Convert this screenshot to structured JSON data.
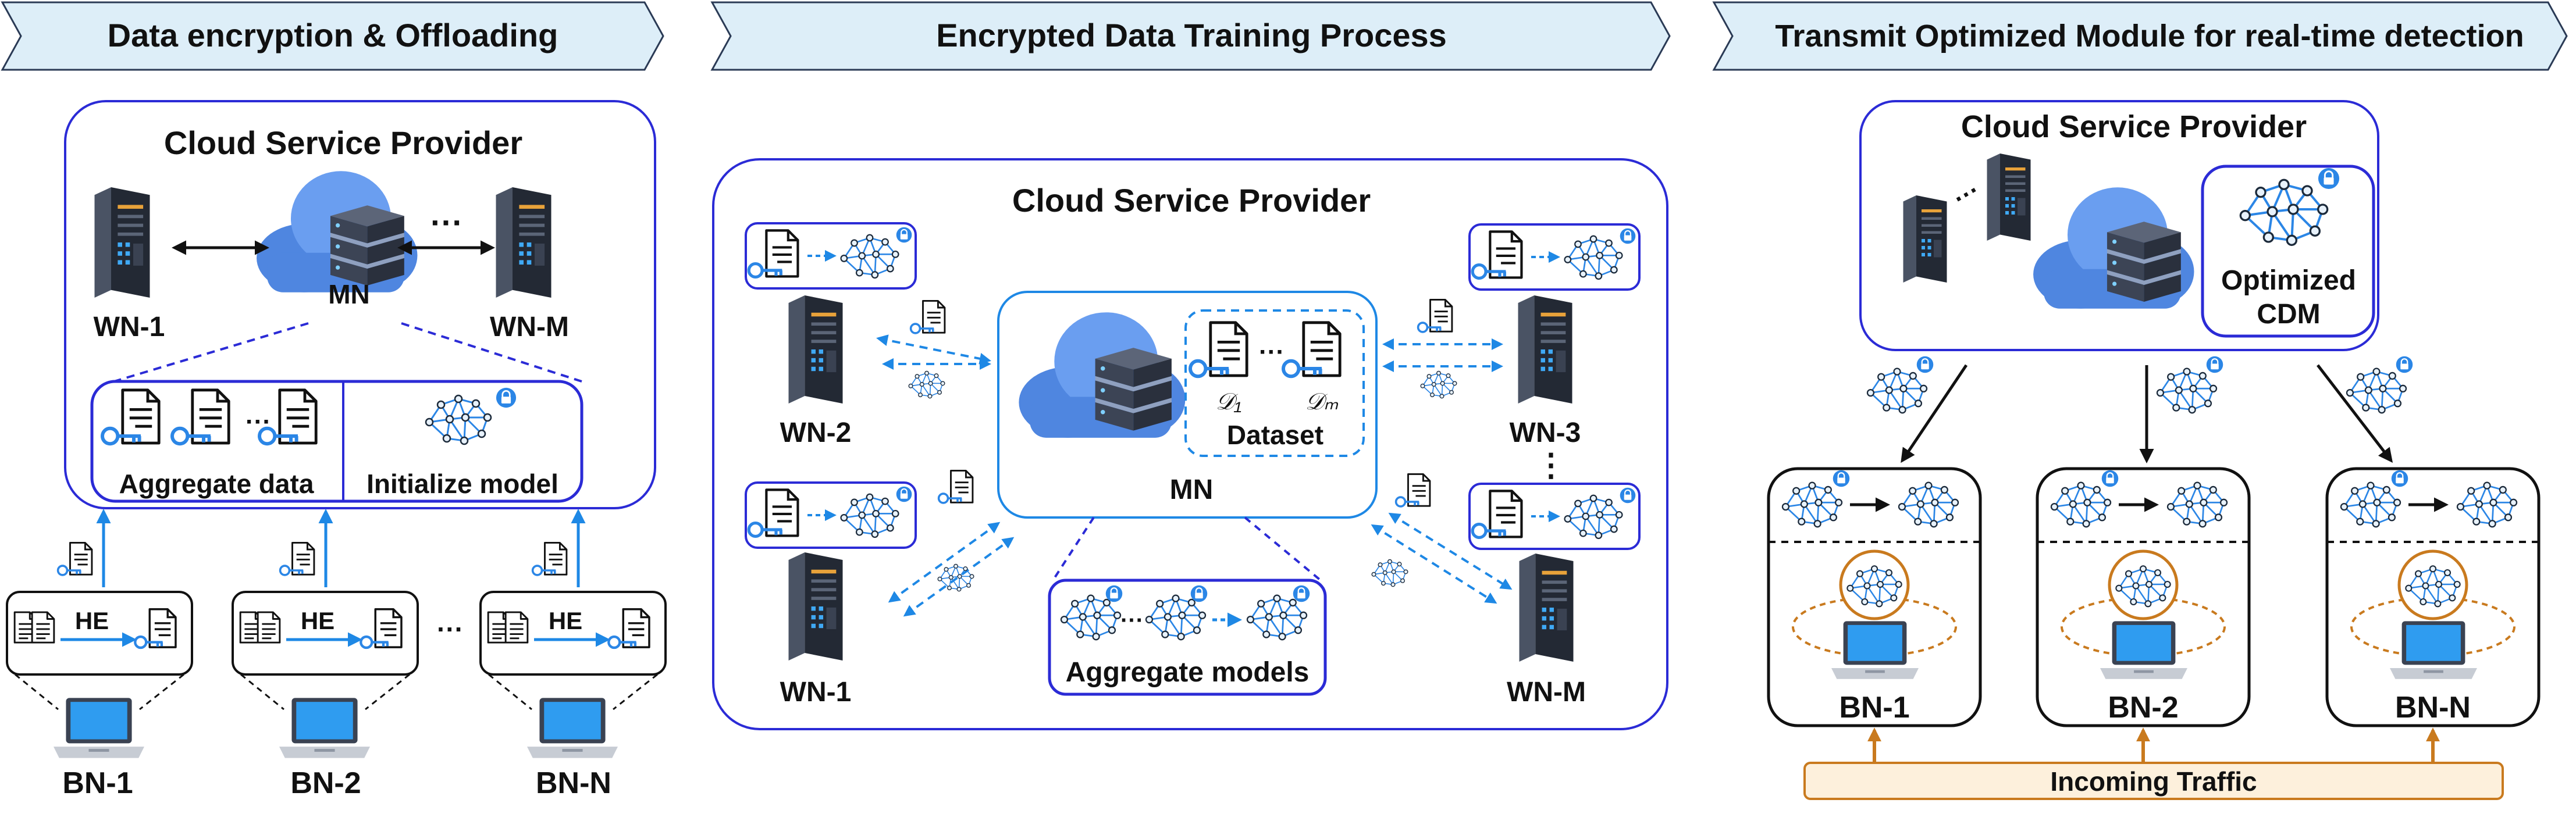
{
  "panels": [
    {
      "header": "Data encryption & Offloading",
      "csp_title": "Cloud Service Provider",
      "main_node": "MN",
      "worker_left": "WN-1",
      "worker_right": "WN-M",
      "ellipsis": "···",
      "aggregate_label": "Aggregate data",
      "init_label": "Initialize model",
      "he_label": "HE",
      "nodes": [
        "BN-1",
        "BN-2",
        "BN-N"
      ]
    },
    {
      "header": "Encrypted Data Training Process",
      "csp_title": "Cloud Service Provider",
      "main_node": "MN",
      "dataset_label": "Dataset",
      "dataset_d1": "𝒟₁",
      "dataset_dm": "𝒟ₘ",
      "ellipsis": "···",
      "vertical_dots": "⋮",
      "workers": [
        "WN-2",
        "WN-3",
        "WN-1",
        "WN-M"
      ],
      "aggregate_models_label": "Aggregate models"
    },
    {
      "header": "Transmit Optimized Module for real-time detection",
      "csp_title": "Cloud Service Provider",
      "optimized_label_1": "Optimized",
      "optimized_label_2": "CDM",
      "ellipsis": "···",
      "nodes": [
        "BN-1",
        "BN-2",
        "BN-N"
      ],
      "traffic_label": "Incoming Traffic"
    }
  ],
  "colors": {
    "header_fill": "#ddeef8",
    "frame_blue": "#2b2bd6",
    "arrow_blue": "#1e88e5",
    "cloud_blue": "#5a8ee8",
    "server_dark": "#2f3542",
    "traffic_orange": "#c97a1e",
    "traffic_fill": "#fdf0dc",
    "lock_blue": "#2b86e6"
  },
  "icons": [
    "cloud-server-icon",
    "server-icon",
    "laptop-icon",
    "document-icon",
    "key-icon",
    "neural-network-icon",
    "lock-icon"
  ]
}
